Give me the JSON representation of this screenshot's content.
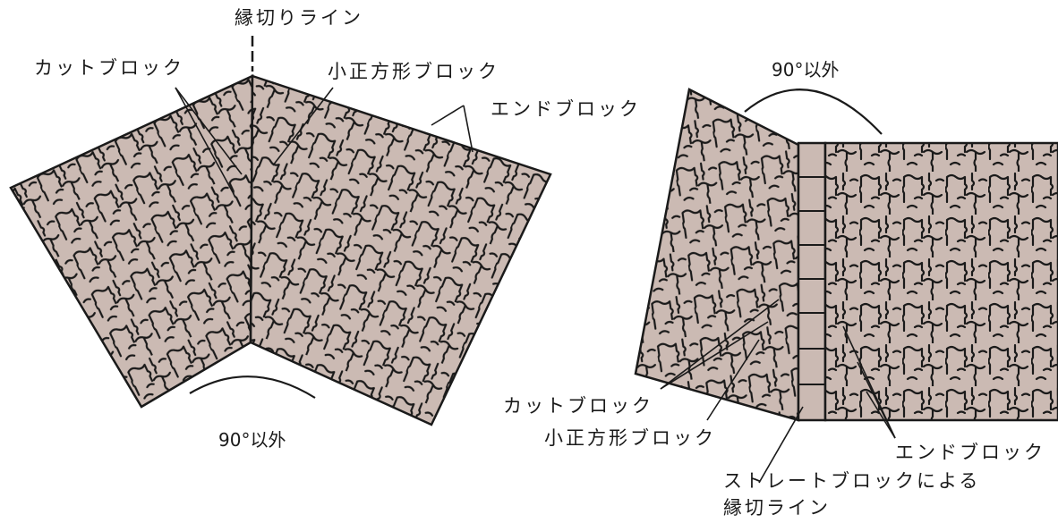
{
  "left_diagram": {
    "labels": {
      "edge_cut_line": "縁切りライン",
      "cut_block": "カットブロック",
      "small_square_block": "小正方形ブロック",
      "end_block": "エンドブロック",
      "angle": "90°以外"
    }
  },
  "right_diagram": {
    "labels": {
      "angle": "90°以外",
      "cut_block": "カットブロック",
      "small_square_block": "小正方形ブロック",
      "end_block": "エンドブロック",
      "straight_block_edge_line_1": "ストレートブロックによる",
      "straight_block_edge_line_2": "縁切ライン"
    }
  },
  "colors": {
    "paving": "#cbbab3",
    "ink": "#1a1a1a",
    "background": "#ffffff"
  }
}
